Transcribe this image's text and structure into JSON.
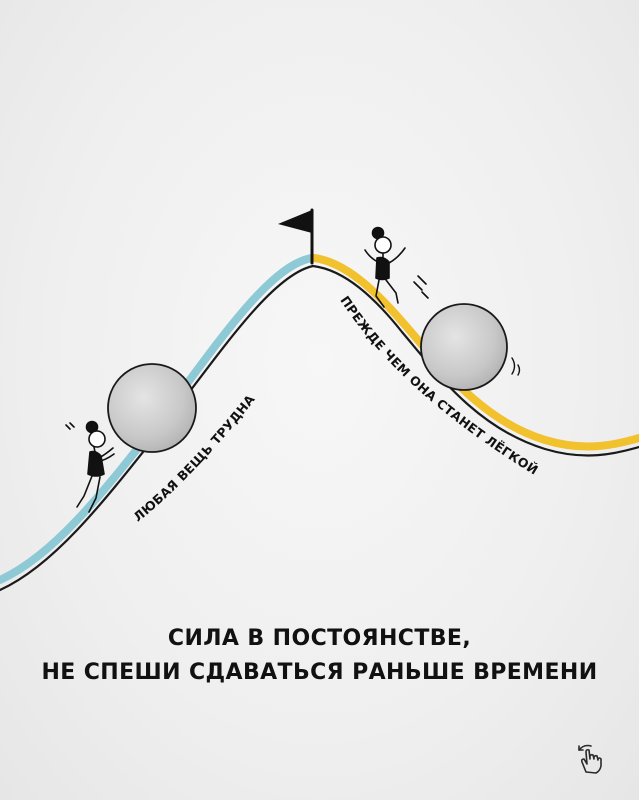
{
  "curve_labels": {
    "uphill": "ЛЮБАЯ ВЕЩЬ ТРУДНА",
    "downhill": "ПРЕЖДЕ ЧЕМ ОНА СТАНЕТ ЛЁГКОЙ"
  },
  "caption": {
    "line1": "СИЛА В ПОСТОЯНСТВЕ,",
    "line2": "НЕ СПЕШИ СДАВАТЬСЯ РАНЬШЕ ВРЕМЕНИ"
  },
  "colors": {
    "uphill_stripe": "#8ec9d6",
    "downhill_stripe": "#f2c12e",
    "line": "#1a1a1a",
    "boulder": "#cfcfcf"
  },
  "icons": {
    "summit": "flag-icon",
    "corner": "swipe-hand-icon"
  }
}
